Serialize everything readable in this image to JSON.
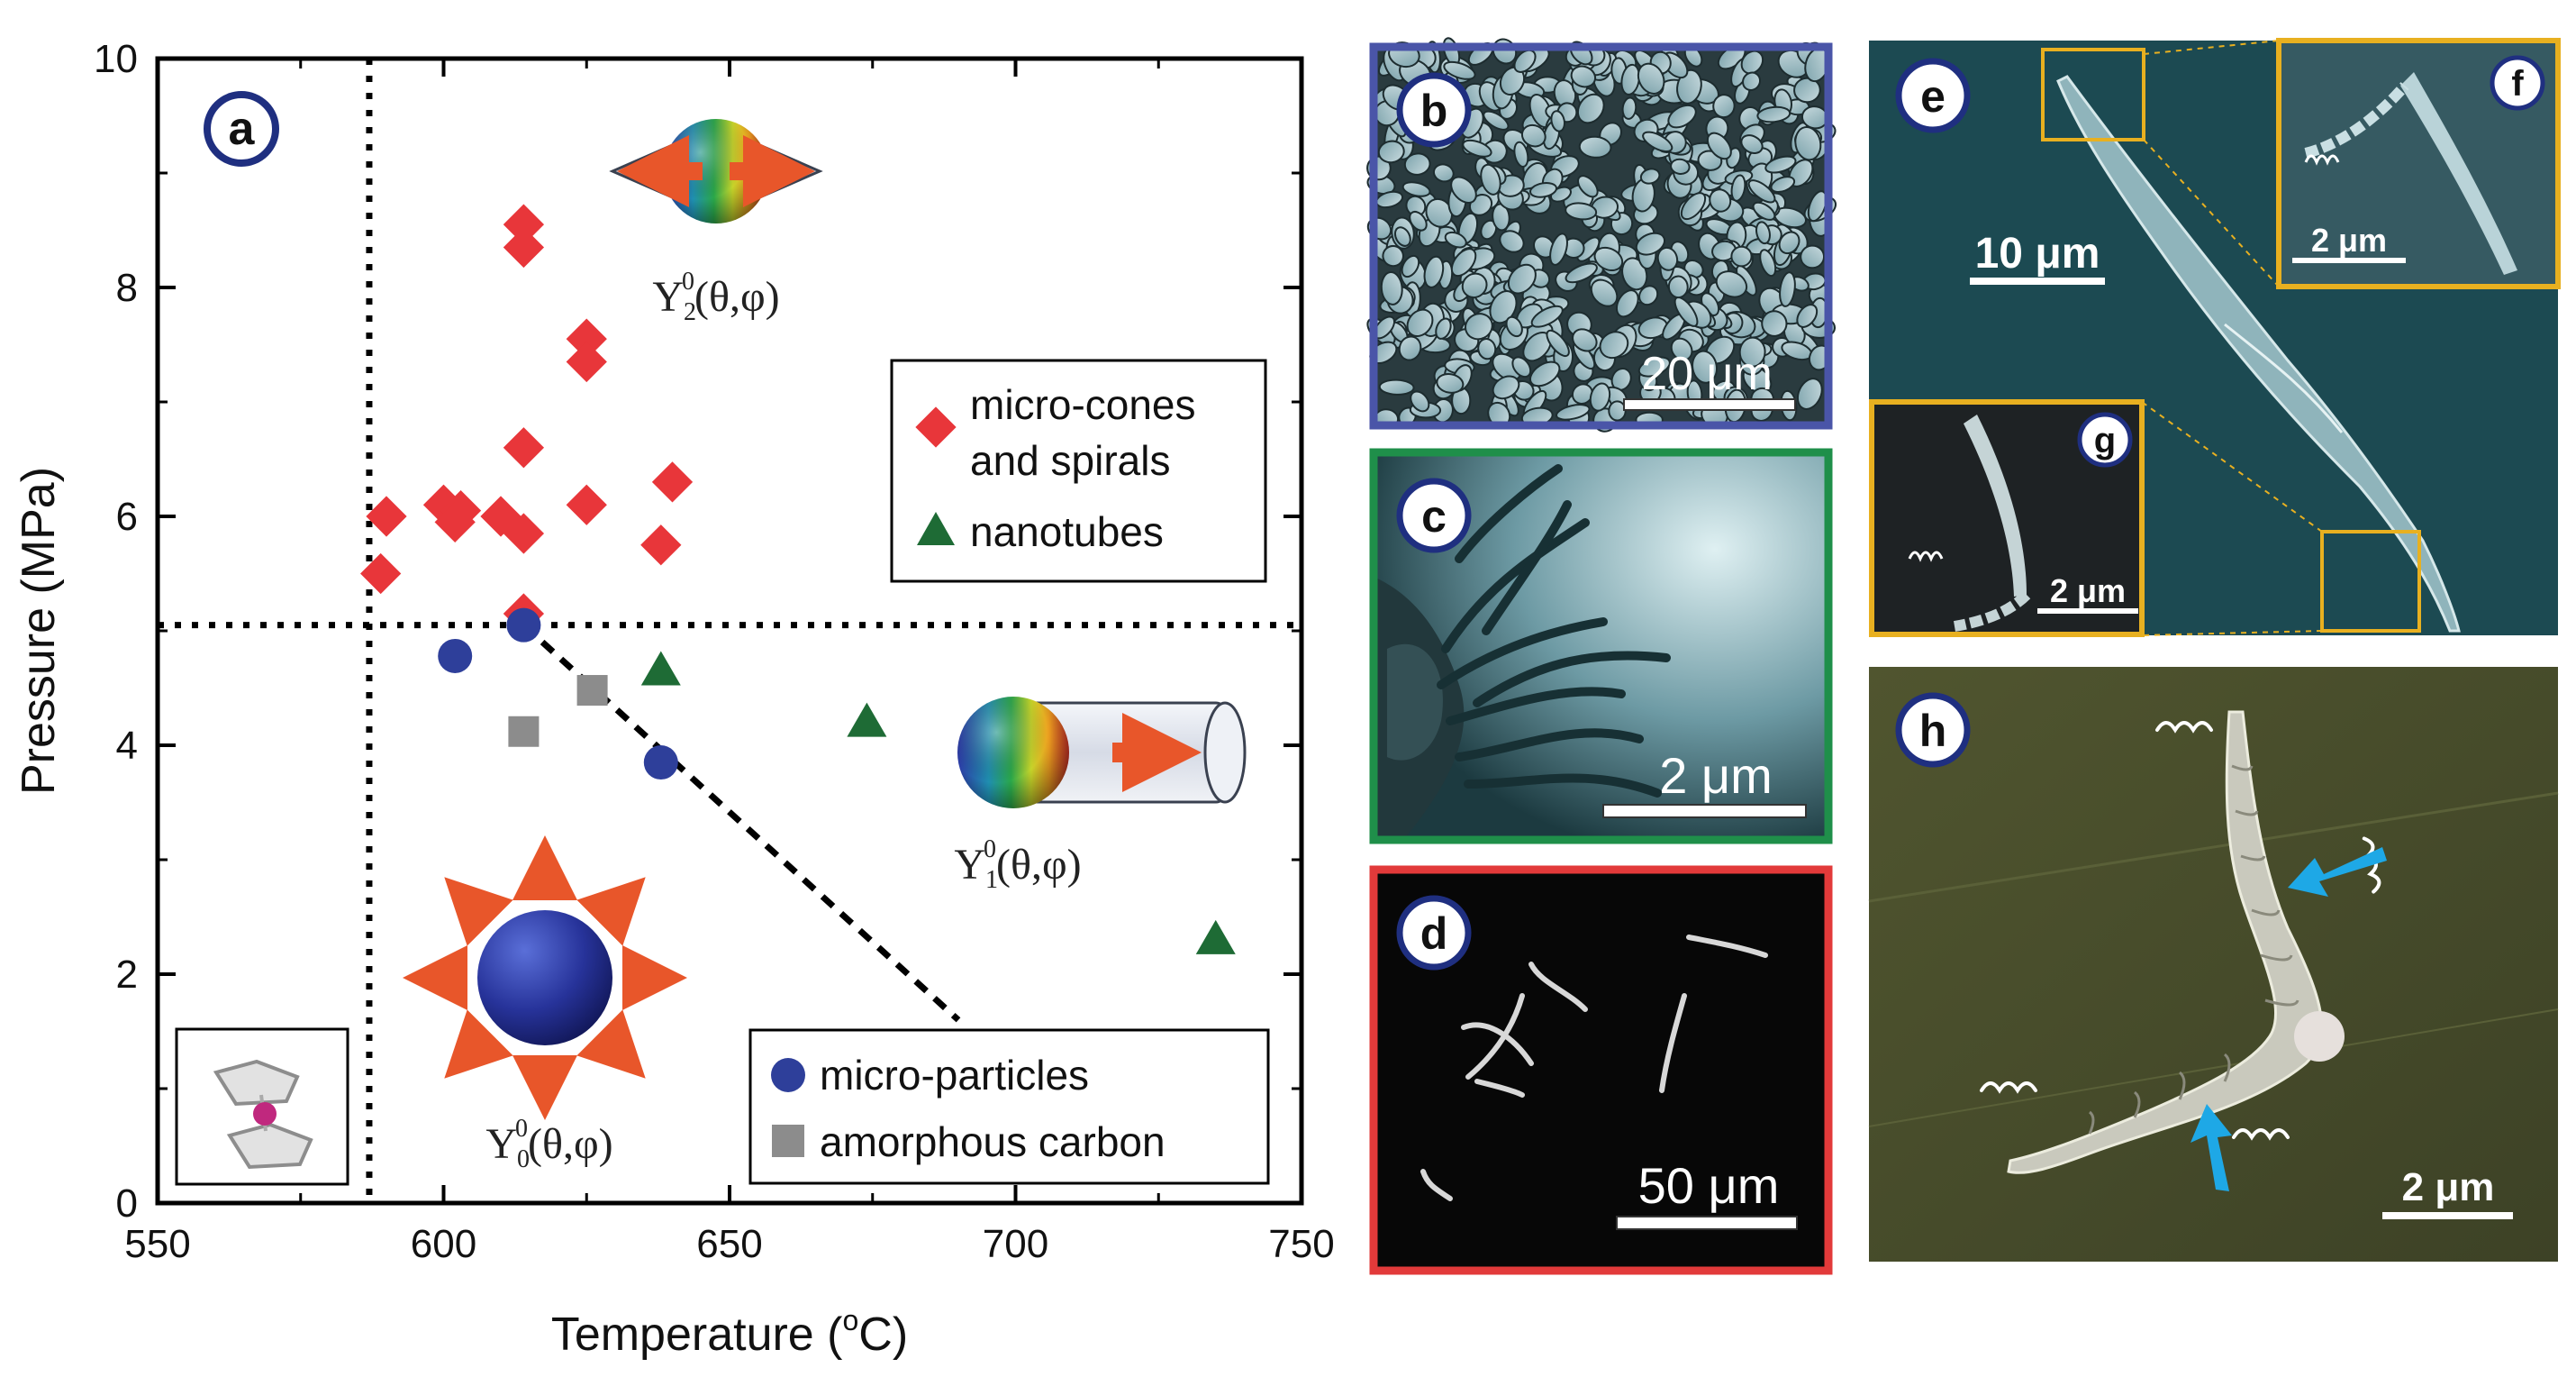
{
  "chart_data": {
    "type": "scatter",
    "panel_label": "a",
    "xlabel": "Temperature (°C)",
    "xlabel_main": "Temperature (",
    "xlabel_unit_sup": "o",
    "xlabel_unit_rest": "C)",
    "ylabel": "Pressure (MPa)",
    "xlim": [
      550,
      750
    ],
    "ylim": [
      0,
      10
    ],
    "xticks": [
      "550",
      "600",
      "650",
      "700",
      "750"
    ],
    "yticks": [
      "0",
      "2",
      "4",
      "6",
      "8",
      "10"
    ],
    "grid": false,
    "threshold_temperature": 587,
    "threshold_pressure": 5.05,
    "diagonal_line": [
      [
        614,
        5.05
      ],
      [
        690,
        1.6
      ]
    ],
    "legend_top": {
      "placement": "upper-right",
      "entries": [
        {
          "series": "micro-cones and spirals",
          "lines": [
            "micro-cones",
            "and spirals"
          ]
        },
        {
          "series": "nanotubes",
          "lines": [
            "nanotubes"
          ]
        }
      ]
    },
    "legend_bottom": {
      "placement": "lower-right",
      "entries": [
        {
          "series": "micro-particles",
          "lines": [
            "micro-particles"
          ]
        },
        {
          "series": "amorphous carbon",
          "lines": [
            "amorphous carbon"
          ]
        }
      ]
    },
    "series": [
      {
        "name": "micro-cones and spirals",
        "marker": "diamond",
        "color": "#e8363a",
        "points": [
          [
            590,
            6.0
          ],
          [
            589,
            5.5
          ],
          [
            600,
            6.1
          ],
          [
            603,
            6.05
          ],
          [
            602,
            5.95
          ],
          [
            610,
            6.0
          ],
          [
            614,
            5.85
          ],
          [
            614,
            5.15
          ],
          [
            614,
            6.6
          ],
          [
            614,
            8.35
          ],
          [
            614,
            8.55
          ],
          [
            625,
            7.55
          ],
          [
            625,
            7.35
          ],
          [
            625,
            6.1
          ],
          [
            638,
            5.75
          ],
          [
            640,
            6.3
          ]
        ]
      },
      {
        "name": "nanotubes",
        "marker": "triangle",
        "color": "#1e6b35",
        "points": [
          [
            638,
            4.65
          ],
          [
            674,
            4.2
          ],
          [
            735,
            2.3
          ]
        ]
      },
      {
        "name": "micro-particles",
        "marker": "circle",
        "color": "#2e3f9a",
        "points": [
          [
            602,
            4.78
          ],
          [
            614,
            5.05
          ],
          [
            638,
            3.85
          ]
        ]
      },
      {
        "name": "amorphous carbon",
        "marker": "square",
        "color": "#8c8c8c",
        "points": [
          [
            614,
            4.12
          ],
          [
            626,
            4.48
          ]
        ]
      }
    ],
    "annotations": {
      "y2": {
        "main": "Y",
        "sub": "2",
        "sup": "0",
        "args": "(θ,φ)"
      },
      "y1": {
        "main": "Y",
        "sub": "1",
        "sup": "0",
        "args": "(θ,φ)"
      },
      "y0": {
        "main": "Y",
        "sub": "0",
        "sup": "0",
        "args": "(θ,φ)"
      }
    }
  },
  "micrographs": {
    "b": {
      "label": "b",
      "scale_bar": "20 μm",
      "frame_color": "#4a55a8"
    },
    "c": {
      "label": "c",
      "scale_bar": "2 μm",
      "frame_color": "#1f8f4a"
    },
    "d": {
      "label": "d",
      "scale_bar": "50 μm",
      "frame_color": "#e23a3a"
    },
    "e": {
      "label": "e",
      "scale_bar": "10 μm",
      "inset_frame_color": "#e8b020"
    },
    "f": {
      "label": "f",
      "scale_bar": "2 μm"
    },
    "g": {
      "label": "g",
      "scale_bar": "2 μm"
    },
    "h": {
      "label": "h",
      "scale_bar": "2 μm",
      "arrow_color": "#1ea8e6"
    }
  },
  "colors": {
    "panel_label_ring": "#1f2f80",
    "teal_background": "#1c4a52",
    "olive_background": "#454a2a"
  }
}
